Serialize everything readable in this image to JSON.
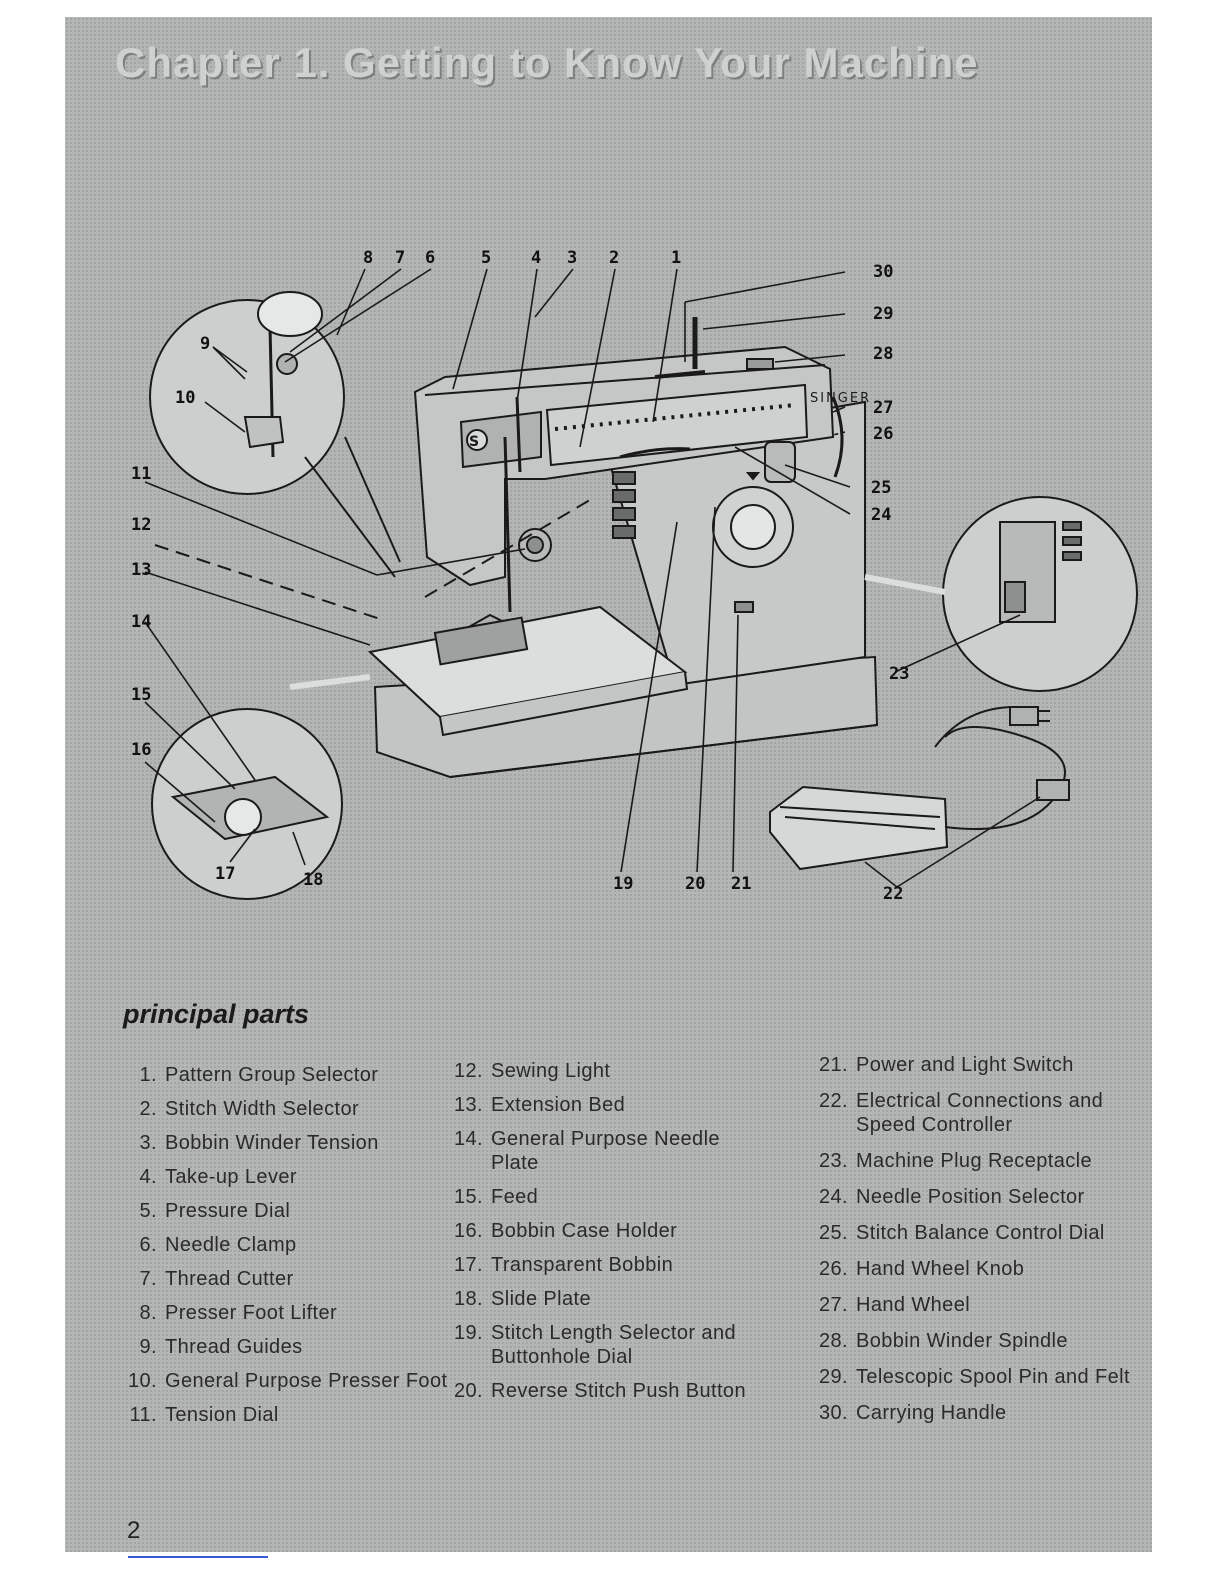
{
  "chapter_title": "Chapter 1. Getting to Know Your Machine",
  "section_title": "principal parts",
  "brand_label": "SINGER",
  "page_number": "2",
  "colors": {
    "page_background": "#b4b6b6",
    "title_text": "#cfd1d1",
    "ink": "#1a1a1a",
    "machine_body": "#c6c8c8"
  },
  "callout_numbers": [
    "1",
    "2",
    "3",
    "4",
    "5",
    "6",
    "7",
    "8",
    "9",
    "10",
    "11",
    "12",
    "13",
    "14",
    "15",
    "16",
    "17",
    "18",
    "19",
    "20",
    "21",
    "22",
    "23",
    "24",
    "25",
    "26",
    "27",
    "28",
    "29",
    "30"
  ],
  "parts_columns": [
    [
      {
        "num": "1.",
        "label": "Pattern Group Selector"
      },
      {
        "num": "2.",
        "label": "Stitch Width Selector"
      },
      {
        "num": "3.",
        "label": "Bobbin Winder Tension"
      },
      {
        "num": "4.",
        "label": "Take-up Lever"
      },
      {
        "num": "5.",
        "label": "Pressure Dial"
      },
      {
        "num": "6.",
        "label": "Needle Clamp"
      },
      {
        "num": "7.",
        "label": "Thread Cutter"
      },
      {
        "num": "8.",
        "label": "Presser Foot Lifter"
      },
      {
        "num": "9.",
        "label": "Thread Guides"
      },
      {
        "num": "10.",
        "label": "General Purpose Presser Foot"
      },
      {
        "num": "11.",
        "label": "Tension Dial"
      }
    ],
    [
      {
        "num": "12.",
        "label": "Sewing Light"
      },
      {
        "num": "13.",
        "label": "Extension Bed"
      },
      {
        "num": "14.",
        "label": "General Purpose Needle Plate"
      },
      {
        "num": "15.",
        "label": "Feed"
      },
      {
        "num": "16.",
        "label": "Bobbin Case Holder"
      },
      {
        "num": "17.",
        "label": "Transparent Bobbin"
      },
      {
        "num": "18.",
        "label": "Slide Plate"
      },
      {
        "num": "19.",
        "label": "Stitch Length Selector and Buttonhole Dial"
      },
      {
        "num": "20.",
        "label": "Reverse Stitch Push Button"
      }
    ],
    [
      {
        "num": "21.",
        "label": "Power and Light Switch"
      },
      {
        "num": "22.",
        "label": "Electrical Connections and Speed Controller"
      },
      {
        "num": "23.",
        "label": "Machine Plug Receptacle"
      },
      {
        "num": "24.",
        "label": "Needle Position Selector"
      },
      {
        "num": "25.",
        "label": "Stitch Balance Control Dial"
      },
      {
        "num": "26.",
        "label": "Hand Wheel Knob"
      },
      {
        "num": "27.",
        "label": "Hand Wheel"
      },
      {
        "num": "28.",
        "label": "Bobbin Winder Spindle"
      },
      {
        "num": "29.",
        "label": "Telescopic Spool Pin and Felt"
      },
      {
        "num": "30.",
        "label": "Carrying Handle"
      }
    ]
  ]
}
